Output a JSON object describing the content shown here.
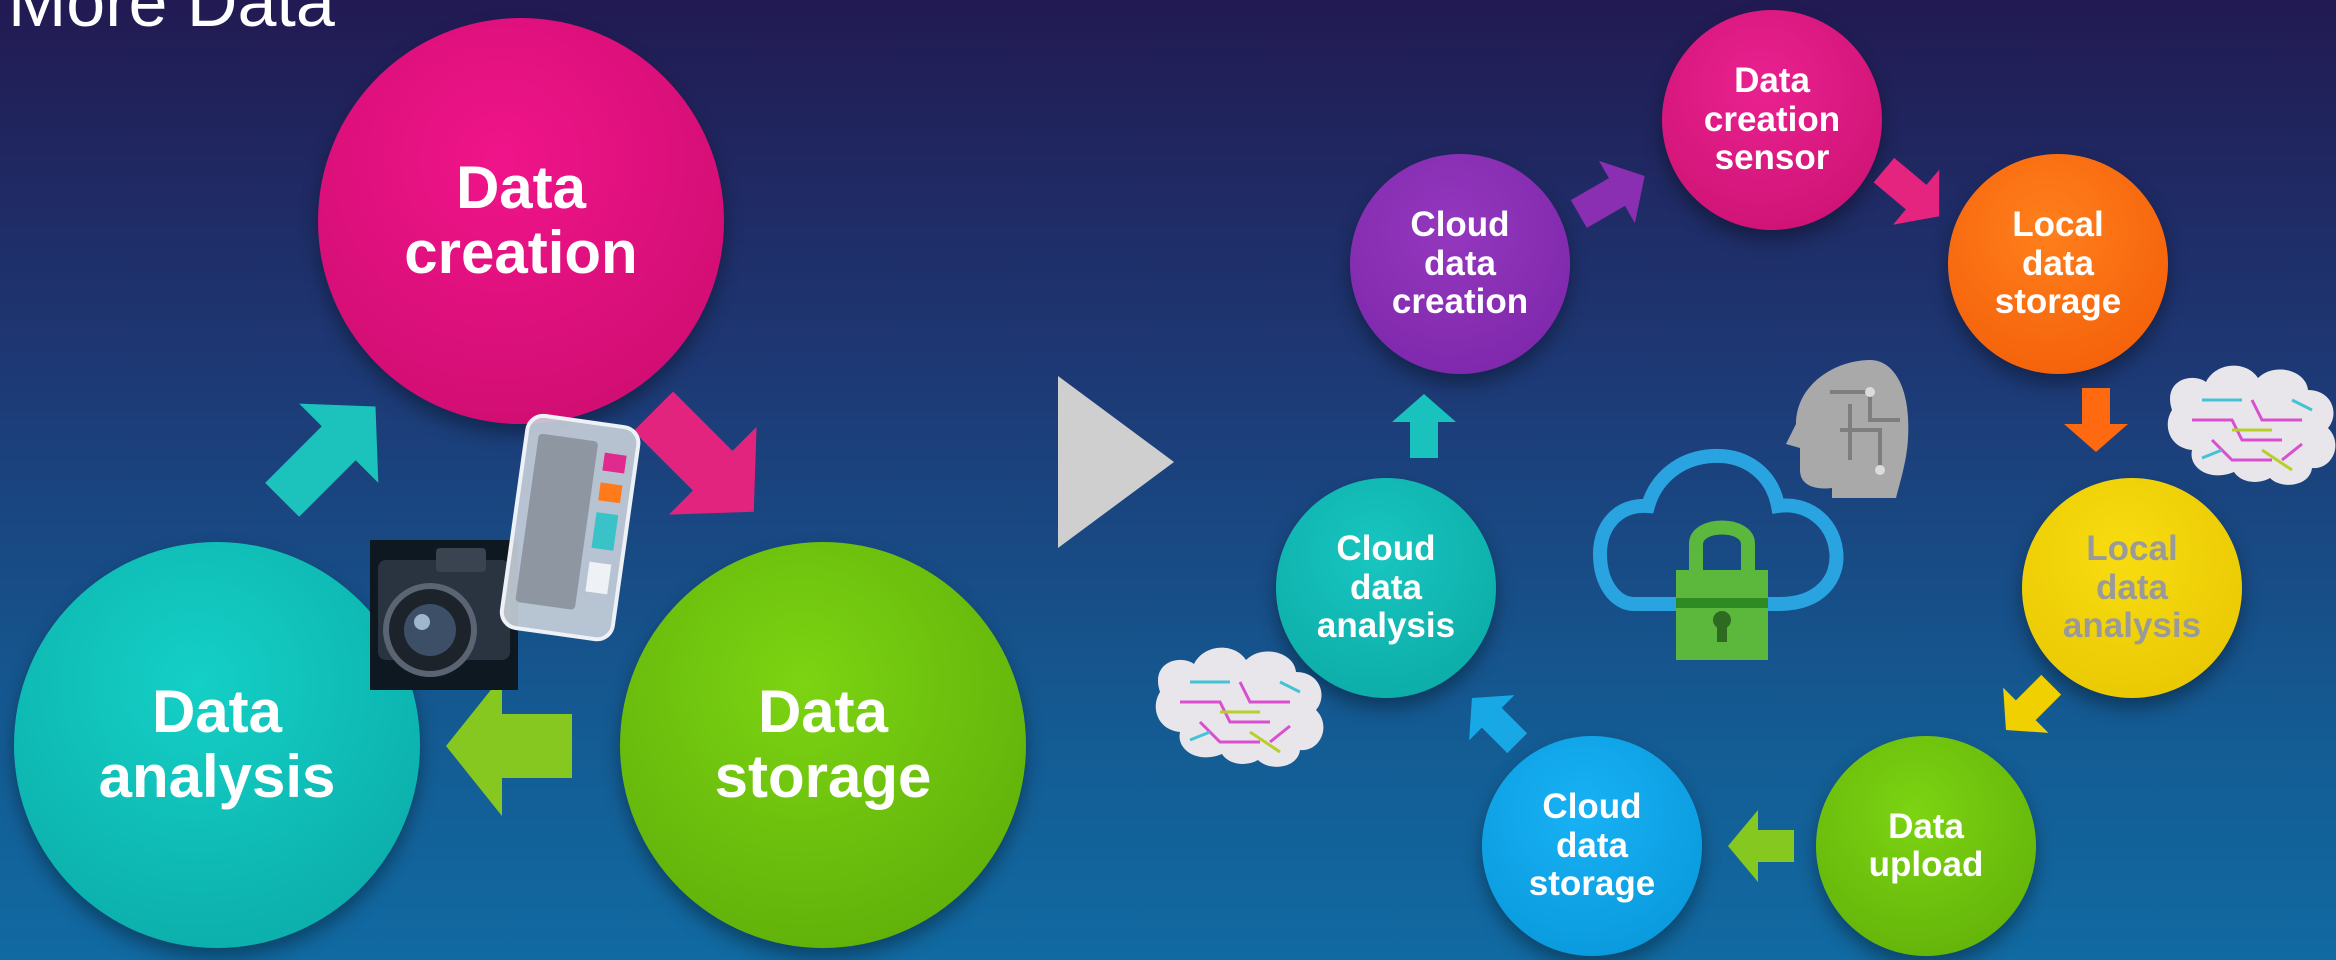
{
  "title": "More Data",
  "left_cycle": {
    "creation": {
      "lines": [
        "Data",
        "creation"
      ],
      "color": "#e8127c"
    },
    "storage": {
      "lines": [
        "Data",
        "storage"
      ],
      "color": "#6cc010"
    },
    "analysis": {
      "lines": [
        "Data",
        "analysis"
      ],
      "color": "#10c0b8"
    }
  },
  "right_cycle": {
    "creation_sensor": {
      "lines": [
        "Data",
        "creation",
        "sensor"
      ],
      "color": "#e0197f"
    },
    "local_storage": {
      "lines": [
        "Local",
        "data",
        "storage"
      ],
      "color": "#ff6f10"
    },
    "local_analysis": {
      "lines": [
        "Local",
        "data",
        "analysis"
      ],
      "color": "#f0d400",
      "text_color": "#9a9a9a"
    },
    "data_upload": {
      "lines": [
        "Data",
        "upload"
      ],
      "color": "#72c010"
    },
    "cloud_storage": {
      "lines": [
        "Cloud",
        "data",
        "storage"
      ],
      "color": "#0aa4ea"
    },
    "cloud_analysis": {
      "lines": [
        "Cloud",
        "data",
        "analysis"
      ],
      "color": "#12b8b2"
    },
    "cloud_creation": {
      "lines": [
        "Cloud",
        "data",
        "creation"
      ],
      "color": "#8c30b4"
    }
  },
  "colors": {
    "arrow_teal": "#19c2bc",
    "arrow_magenta": "#e4247e",
    "arrow_green": "#84c820",
    "arrow_purple": "#8a2fb2",
    "arrow_orange": "#ff6a10",
    "arrow_yellow": "#f0d000",
    "arrow_blue": "#19a8e6",
    "play_triangle": "#cfcfcf",
    "lock_green": "#5cb83c",
    "cloud_blue": "#2aa4e0"
  },
  "icons": [
    "camera-icon",
    "phone-xray-icon",
    "play-triangle-icon",
    "cloud-lock-icon",
    "ai-head-icon",
    "brain-circuit-icon"
  ]
}
